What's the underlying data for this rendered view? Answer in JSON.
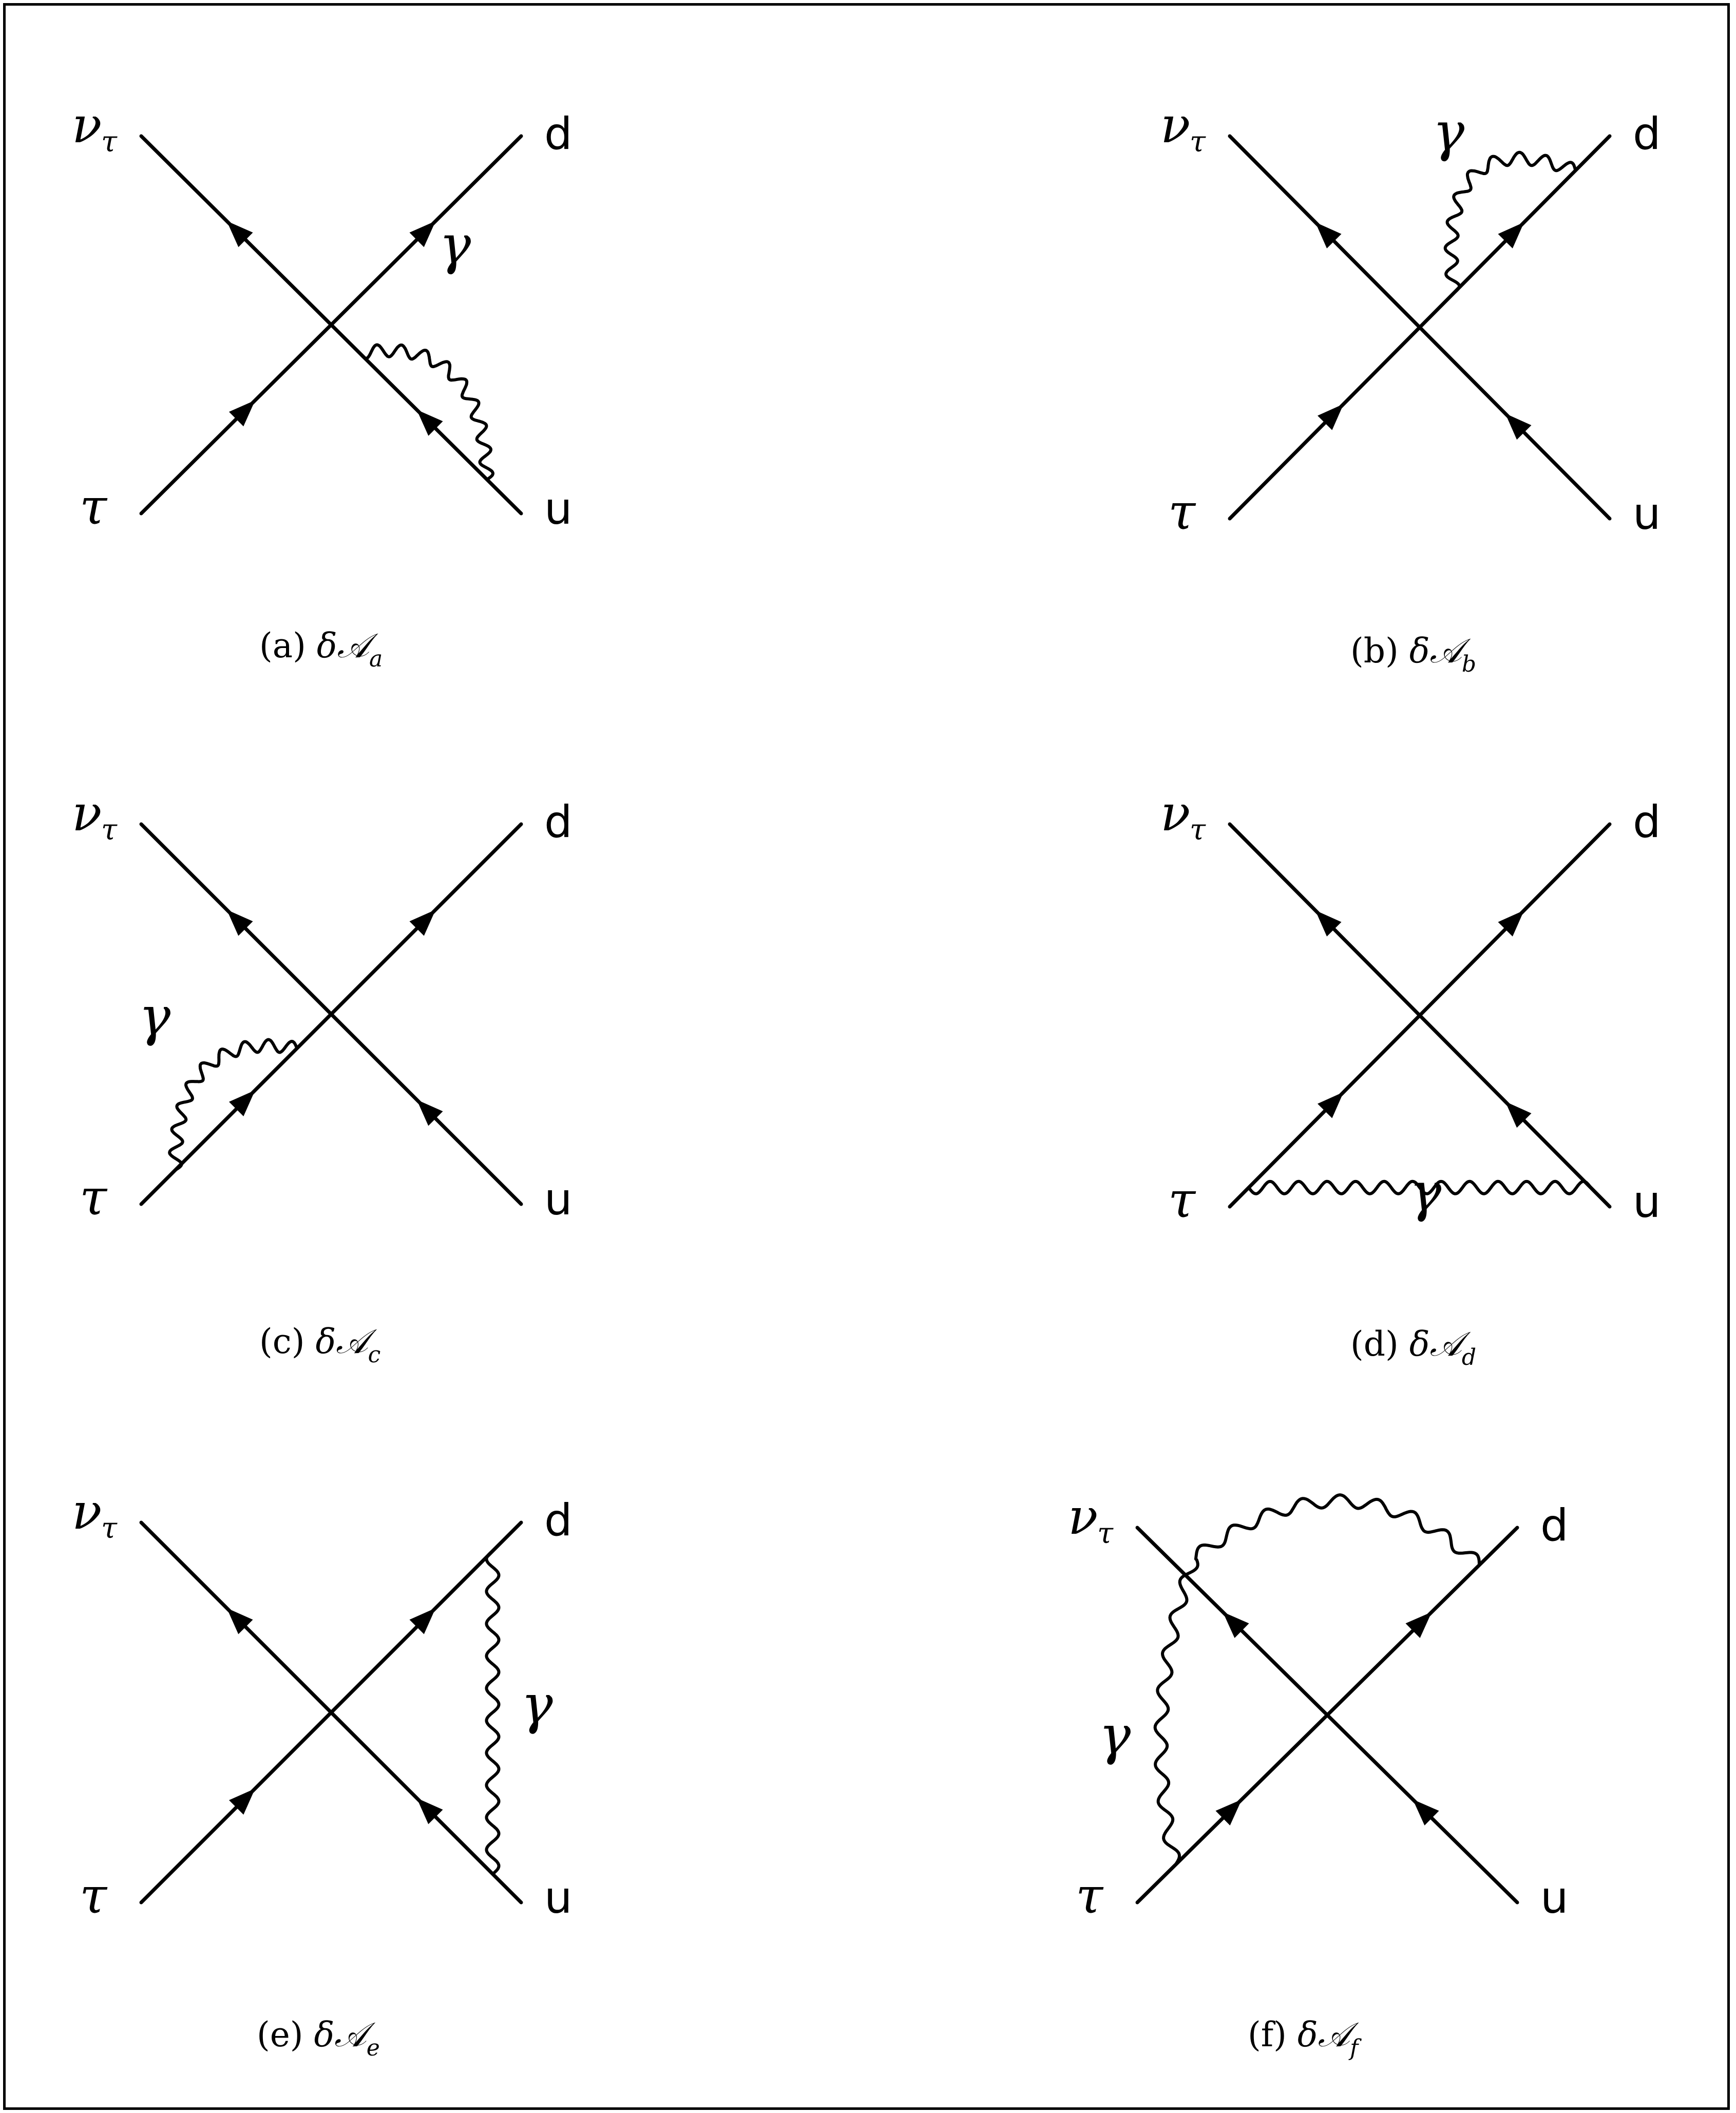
{
  "labels": {
    "nu": "ν",
    "nu_sub": "τ",
    "tau": "τ",
    "d": "d",
    "u": "u",
    "gamma": "γ"
  },
  "panels": [
    {
      "id": "a",
      "caption_prefix": "(a) ",
      "caption_symbol": "δ𝒜",
      "caption_sub": "a"
    },
    {
      "id": "b",
      "caption_prefix": "(b) ",
      "caption_symbol": "δ𝒜",
      "caption_sub": "b"
    },
    {
      "id": "c",
      "caption_prefix": "(c) ",
      "caption_symbol": "δ𝒜",
      "caption_sub": "c"
    },
    {
      "id": "d",
      "caption_prefix": "(d) ",
      "caption_symbol": "δ𝒜",
      "caption_sub": "d"
    },
    {
      "id": "e",
      "caption_prefix": "(e) ",
      "caption_symbol": "δ𝒜",
      "caption_sub": "e"
    },
    {
      "id": "f",
      "caption_prefix": "(f) ",
      "caption_symbol": "δ𝒜",
      "caption_sub": "f"
    }
  ]
}
